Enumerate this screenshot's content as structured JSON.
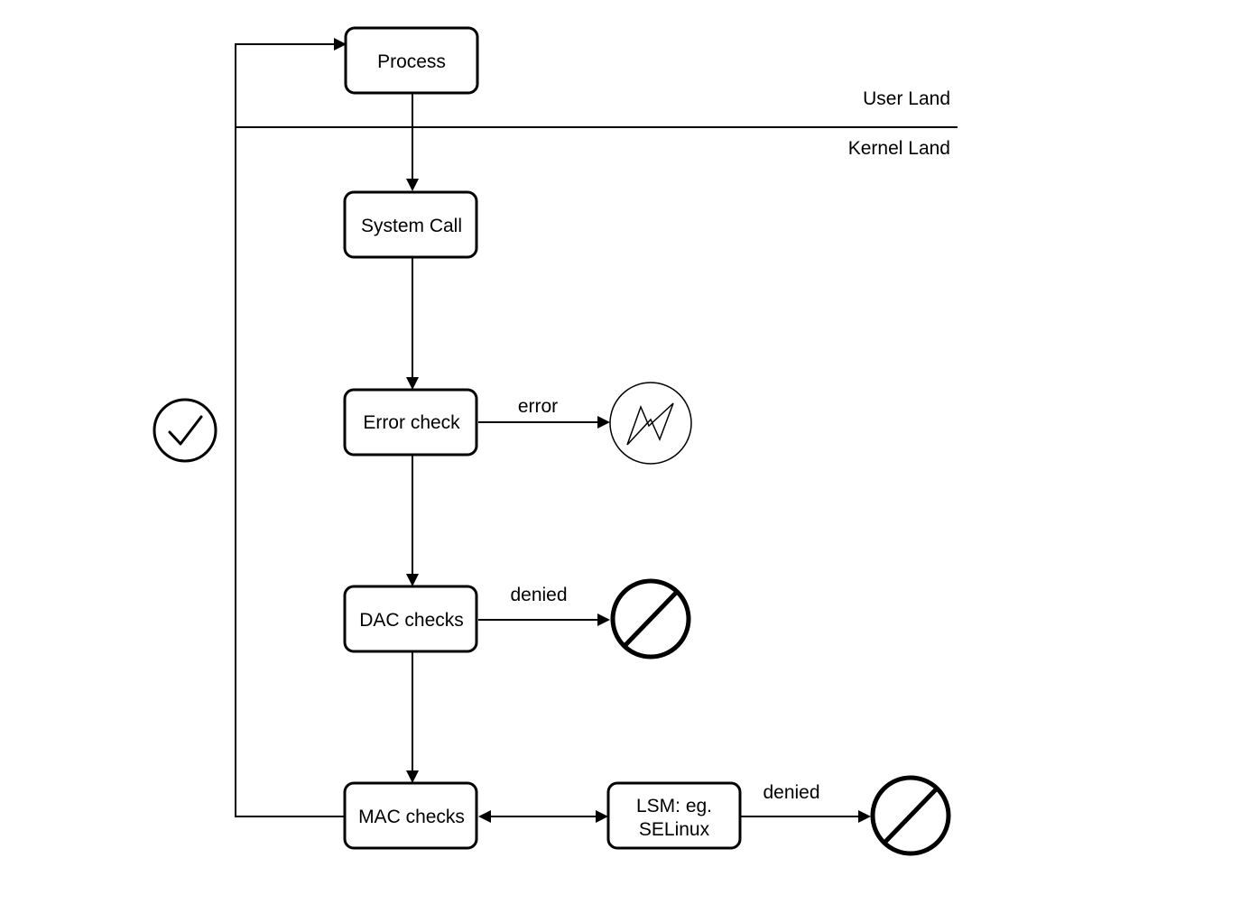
{
  "regions": {
    "user_land": "User Land",
    "kernel_land": "Kernel Land"
  },
  "nodes": {
    "process": "Process",
    "system_call": "System Call",
    "error_check": "Error check",
    "dac_checks": "DAC checks",
    "mac_checks": "MAC checks",
    "lsm_line1": "LSM: eg.",
    "lsm_line2": "SELinux"
  },
  "edges": {
    "error_label": "error",
    "dac_denied_label": "denied",
    "lsm_denied_label": "denied"
  },
  "icons": {
    "allowed": "checkmark-circle-icon",
    "error": "lightning-circle-icon",
    "denied": "prohibited-icon"
  },
  "colors": {
    "stroke": "#000000",
    "background": "#ffffff"
  }
}
